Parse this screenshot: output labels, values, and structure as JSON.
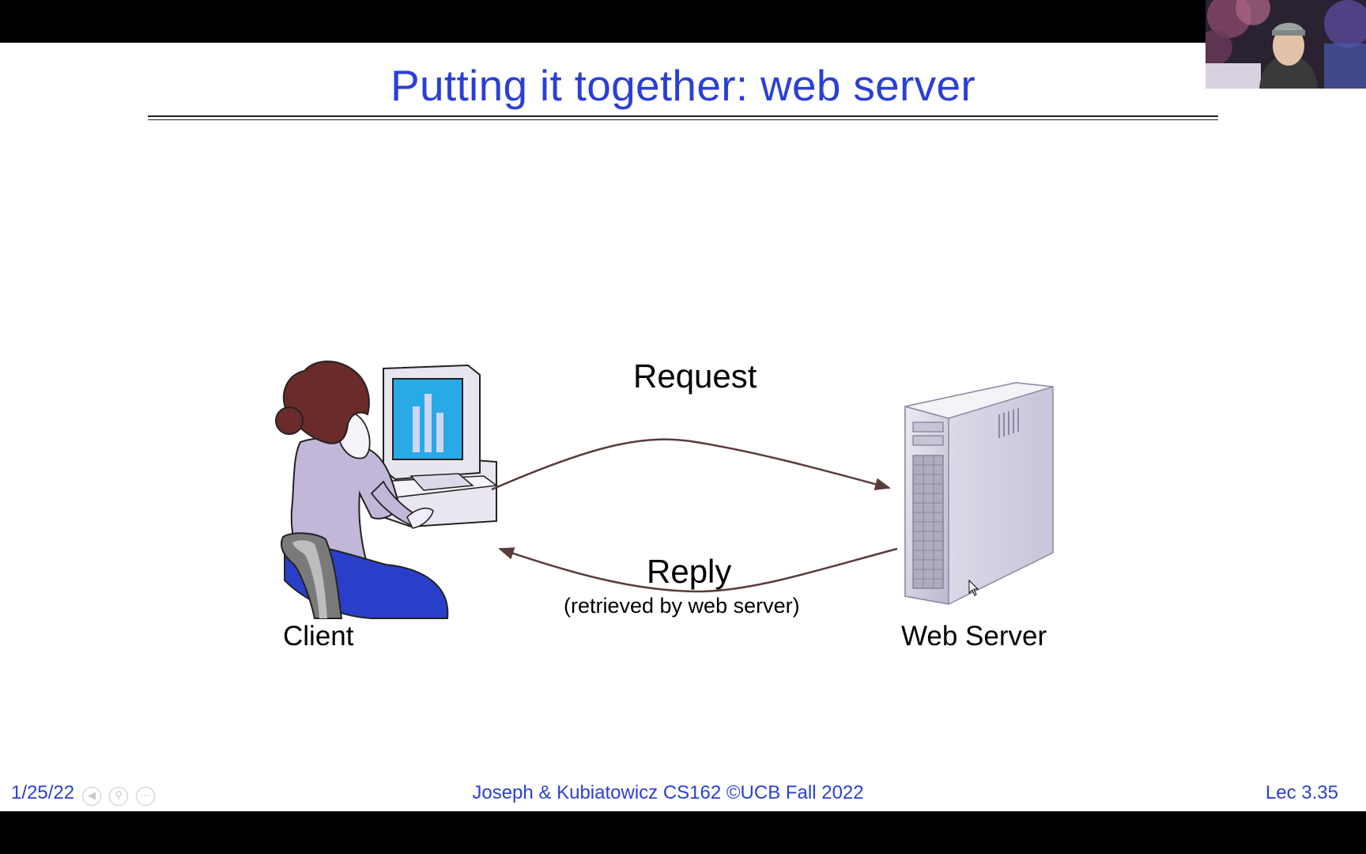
{
  "slide": {
    "title": "Putting it together: web server",
    "labels": {
      "request": "Request",
      "reply": "Reply",
      "reply_note": "(retrieved by web server)",
      "client": "Client",
      "web_server": "Web Server"
    },
    "footer": {
      "date": "1/25/22",
      "course": "Joseph & Kubiatowicz CS162 ©UCB Fall 2022",
      "lecture": "Lec 3.35"
    },
    "nav_icons": [
      "previous-slide-icon",
      "magnify-icon",
      "more-options-icon"
    ]
  },
  "colors": {
    "title_blue": "#2b3fd6",
    "arrow": "#5a3b3b",
    "monitor_screen": "#29a9e6",
    "chair_blue": "#2a3fc9",
    "hair": "#6b2b2b",
    "server_body": "#d7d4e2"
  },
  "webcam": {
    "content": "presenter video feed"
  }
}
